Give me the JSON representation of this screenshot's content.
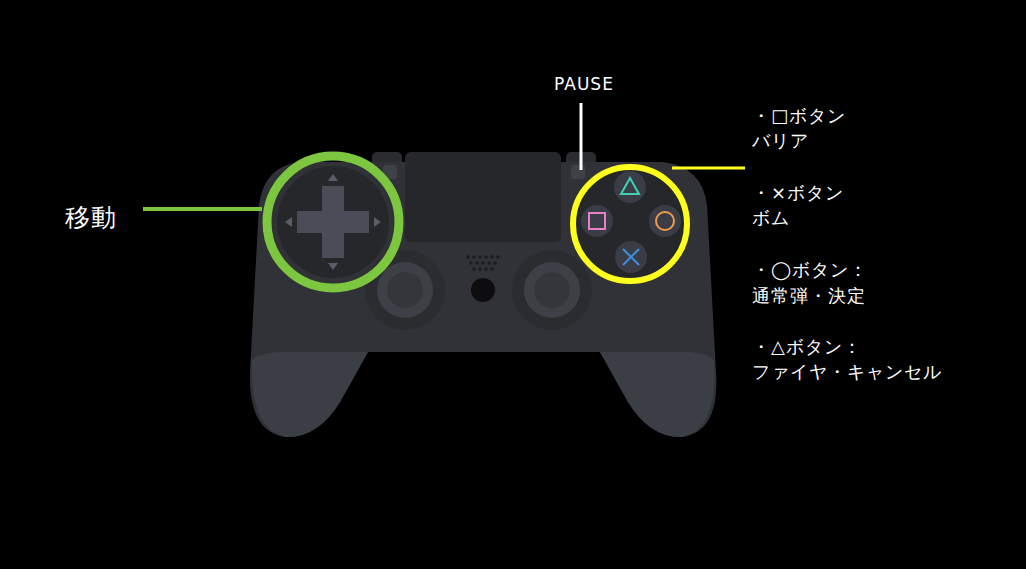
{
  "diagram": {
    "labels": [
      "移動",
      "PAUSE",
      "・□ボタン",
      "バリア",
      "・×ボタン",
      "ボム",
      "・◯ボタン：",
      "通常弾・決定",
      "・△ボタン：",
      "ファイヤ・キャンセル"
    ]
  }
}
